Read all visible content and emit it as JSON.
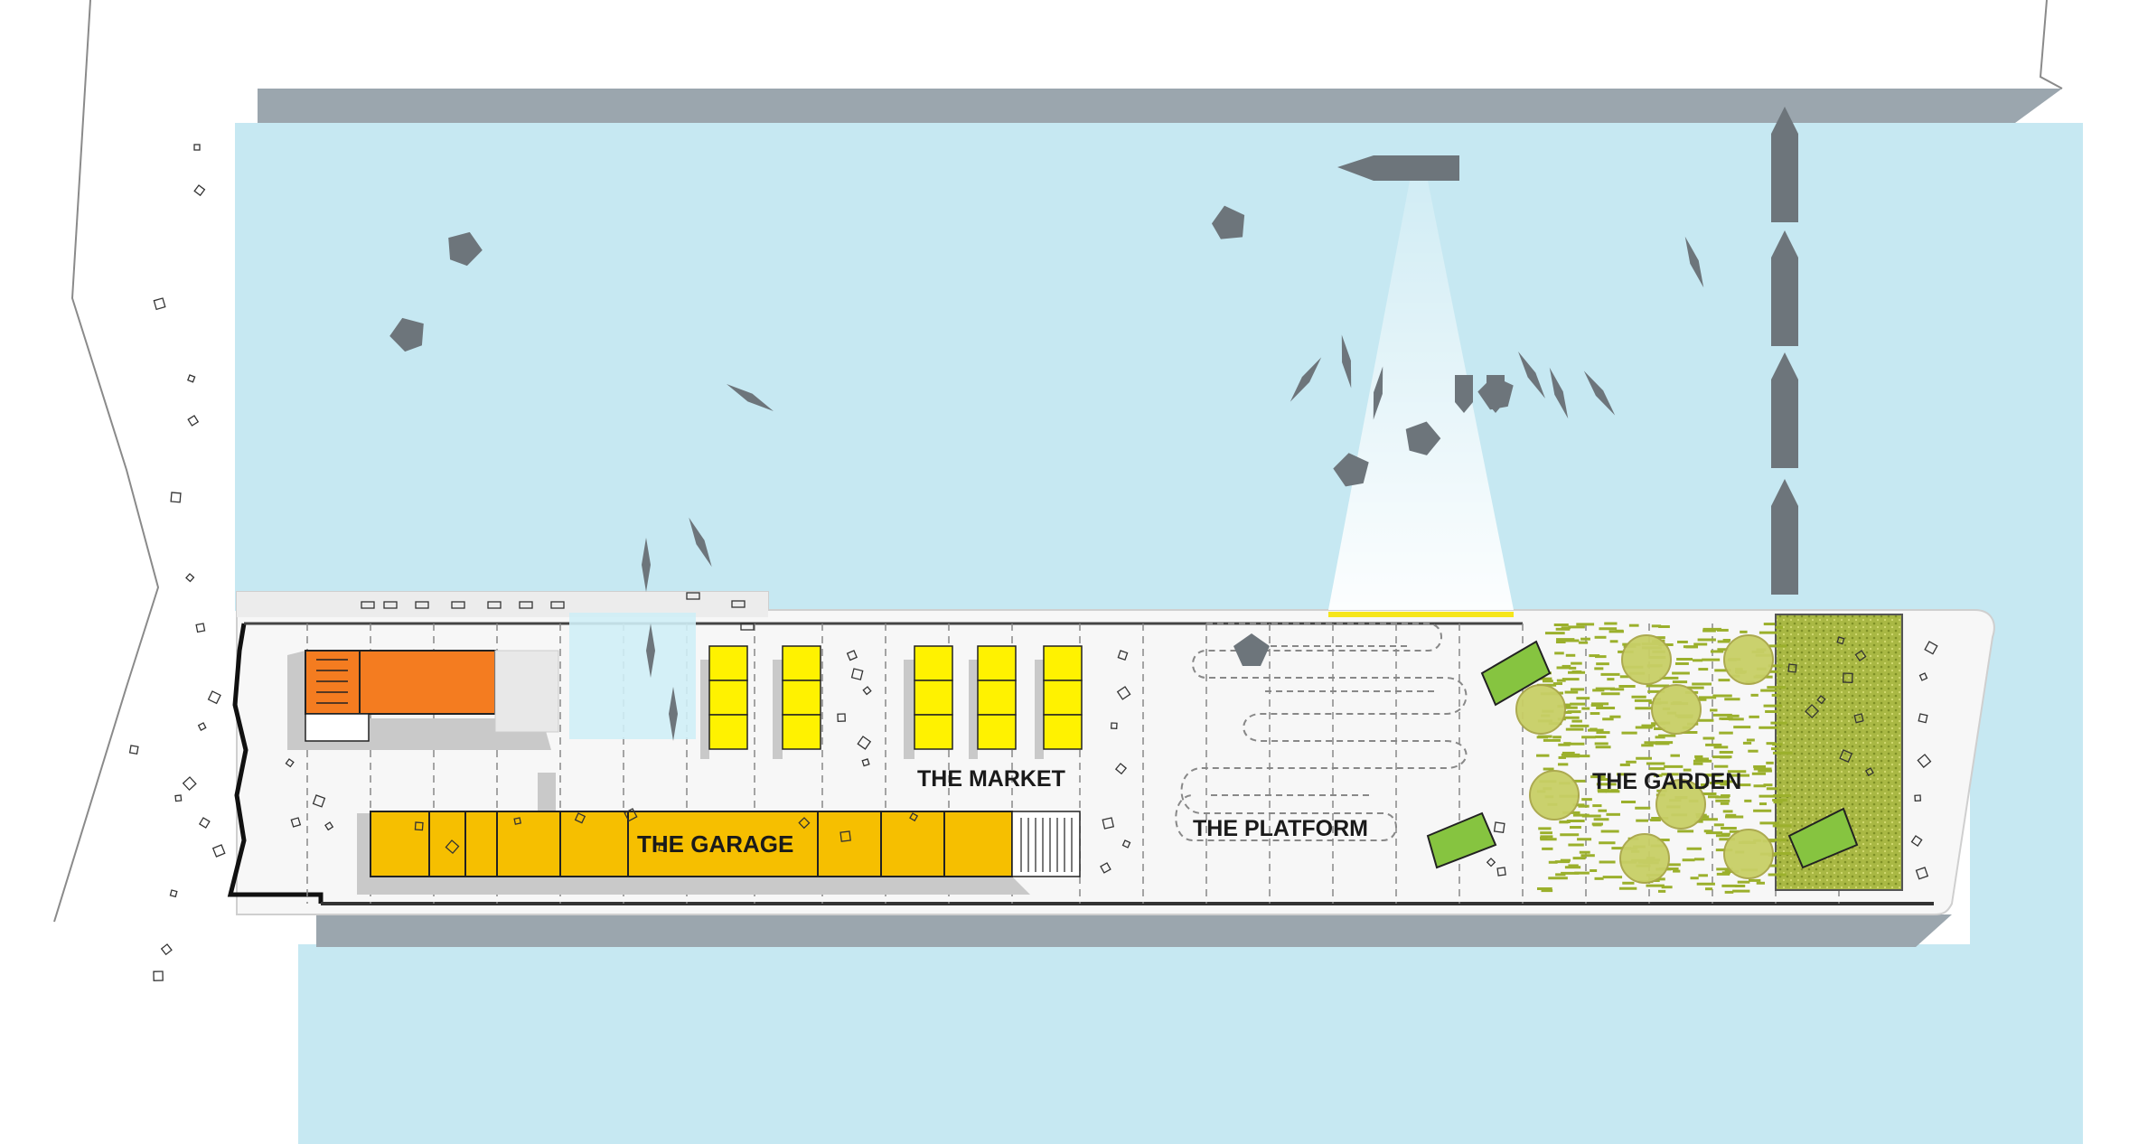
{
  "zones": {
    "garage": "THE GARAGE",
    "market": "THE MARKET",
    "platform": "THE PLATFORM",
    "garden": "THE GARDEN"
  },
  "colors": {
    "water": "#c6e8f2",
    "quay_wall": "#9ba6ae",
    "pier": "#f7f7f7",
    "garage": "#f6bf00",
    "market_stall": "#fff200",
    "office": "#f47c20",
    "garden_green": "#b9c94a",
    "garden_tree": "#c8cf66",
    "green_roof": "#86c440",
    "boat": "#6d757b",
    "shadow": "#c9c9c9"
  }
}
